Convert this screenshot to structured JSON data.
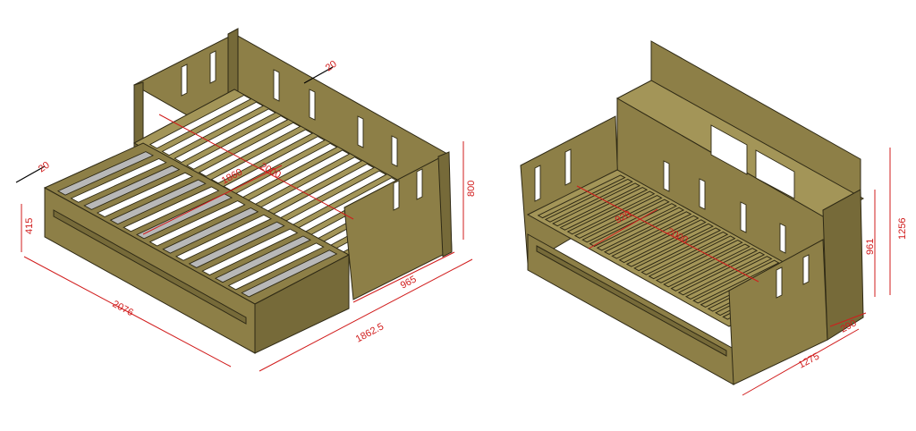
{
  "left_drawing": {
    "dimensions": {
      "thickness_rail": "20",
      "thickness_side": "20",
      "height_low": "415",
      "height_total": "800",
      "length_trundle": "2076",
      "length_inner": "2000",
      "width_inner": "1860",
      "depth_frame": "965",
      "width_open": "1862.5"
    }
  },
  "right_drawing": {
    "dimensions": {
      "length_inner": "2000",
      "width_inner": "920",
      "height_front": "961",
      "height_back": "1256",
      "depth_back": "290",
      "width_total": "1275"
    }
  },
  "colors": {
    "wood": "#8d7f47",
    "dimension": "#d11c1c",
    "slat": "#ffffff"
  }
}
